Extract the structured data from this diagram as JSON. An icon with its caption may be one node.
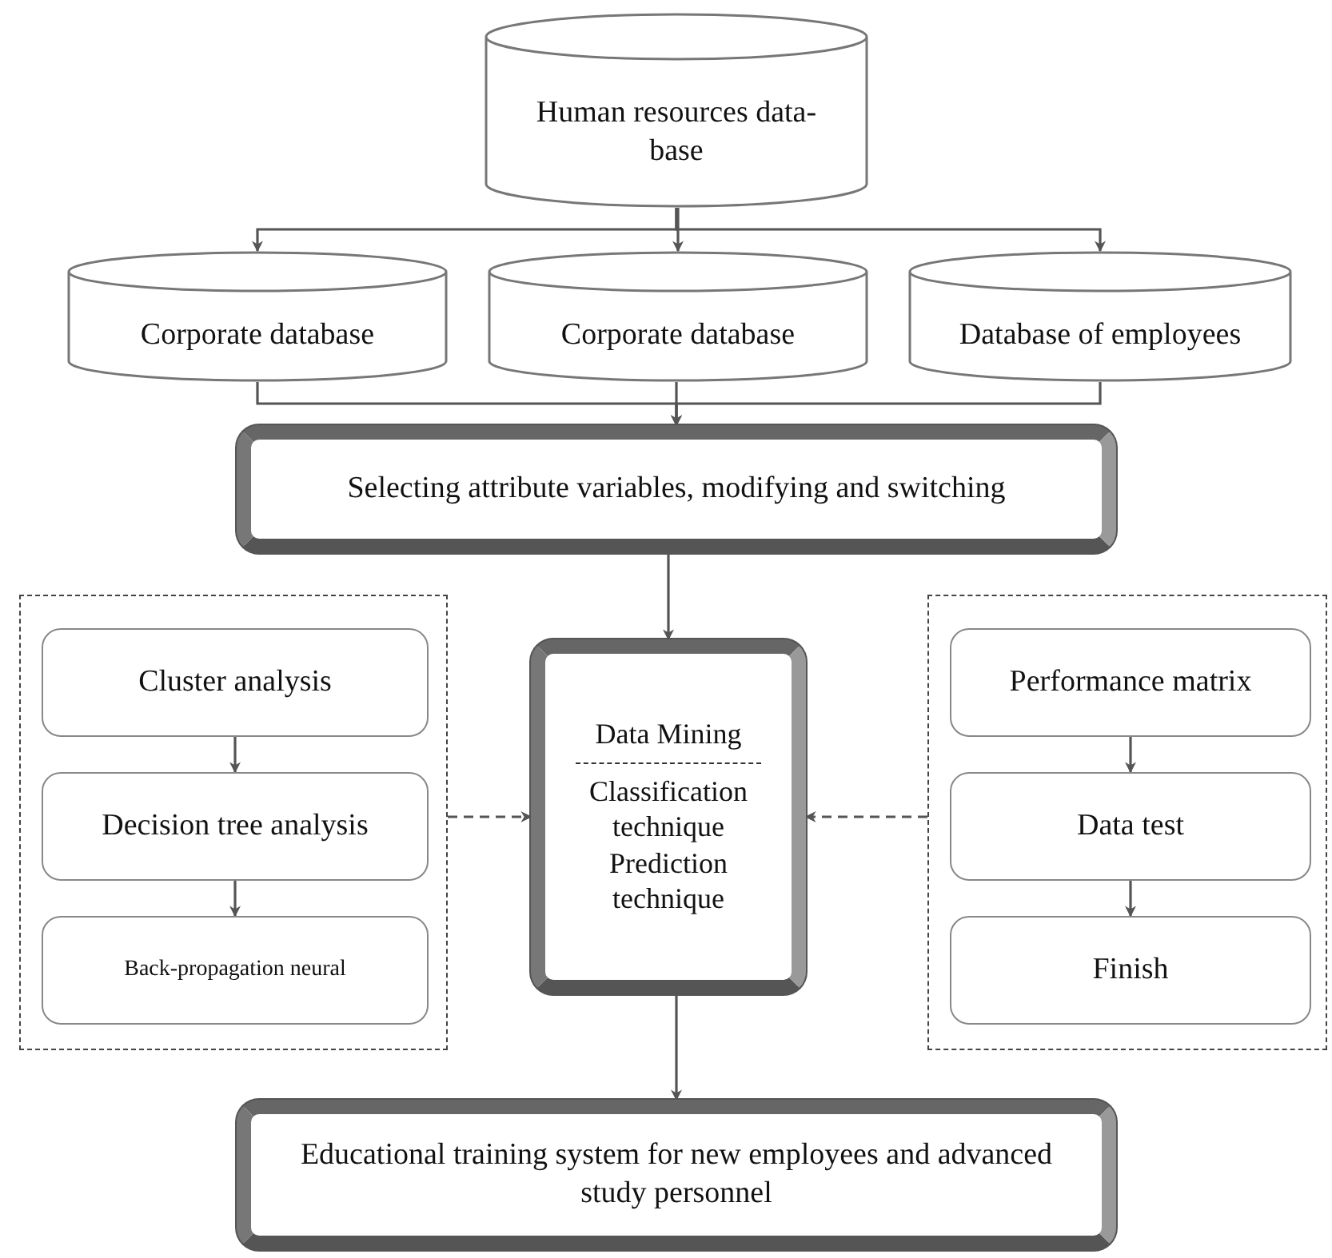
{
  "diagram": {
    "nodes": [
      {
        "text": [
          "Human resources data-base"
        ]
      },
      {
        "text": [
          "Corporate database"
        ]
      },
      {
        "text": [
          "Corporate database"
        ]
      },
      {
        "text": [
          "Database of employees"
        ]
      },
      {
        "text": [
          "Selecting attribute variables, modifying and switching"
        ]
      },
      {
        "text": [],
        "shape": "box"
      },
      {
        "text": [
          "Cluster analysis"
        ],
        "in": 5
      },
      {
        "text": [
          "Decision tree analysis"
        ],
        "in": 5
      },
      {
        "text": [
          "Back-propagation neural"
        ],
        "in": 5
      },
      {
        "text": [
          "Data Mining",
          "Classification technique",
          "Prediction technique"
        ]
      },
      {
        "text": [],
        "shape": "box"
      },
      {
        "text": [
          "Performance matrix"
        ],
        "in": 10
      },
      {
        "text": [
          "Data test"
        ],
        "in": 10
      },
      {
        "text": [
          "Finish"
        ],
        "in": 10
      },
      {
        "text": [
          "Educational training system for new employees and advanced study personnel"
        ]
      }
    ],
    "edges": [
      {
        "from": 0,
        "to": 1,
        "arrow": "to"
      },
      {
        "from": 0,
        "to": 2,
        "arrow": "to"
      },
      {
        "from": 0,
        "to": 3,
        "arrow": "to"
      },
      {
        "from": 1,
        "to": 4,
        "arrow": "to"
      },
      {
        "from": 2,
        "to": 4,
        "arrow": "to"
      },
      {
        "from": 3,
        "to": 4,
        "arrow": "to"
      },
      {
        "from": 4,
        "to": 9,
        "arrow": "to"
      },
      {
        "from": 6,
        "to": 7,
        "arrow": "to"
      },
      {
        "from": 7,
        "to": 8,
        "arrow": "to"
      },
      {
        "from": 11,
        "to": 12,
        "arrow": "to"
      },
      {
        "from": 12,
        "to": 13,
        "arrow": "to"
      },
      {
        "from": 5,
        "to": 9,
        "arrow": "to",
        "style": "dashed"
      },
      {
        "from": 10,
        "to": 9,
        "arrow": "to",
        "style": "dashed"
      },
      {
        "from": 9,
        "to": 14,
        "arrow": "to"
      }
    ]
  }
}
